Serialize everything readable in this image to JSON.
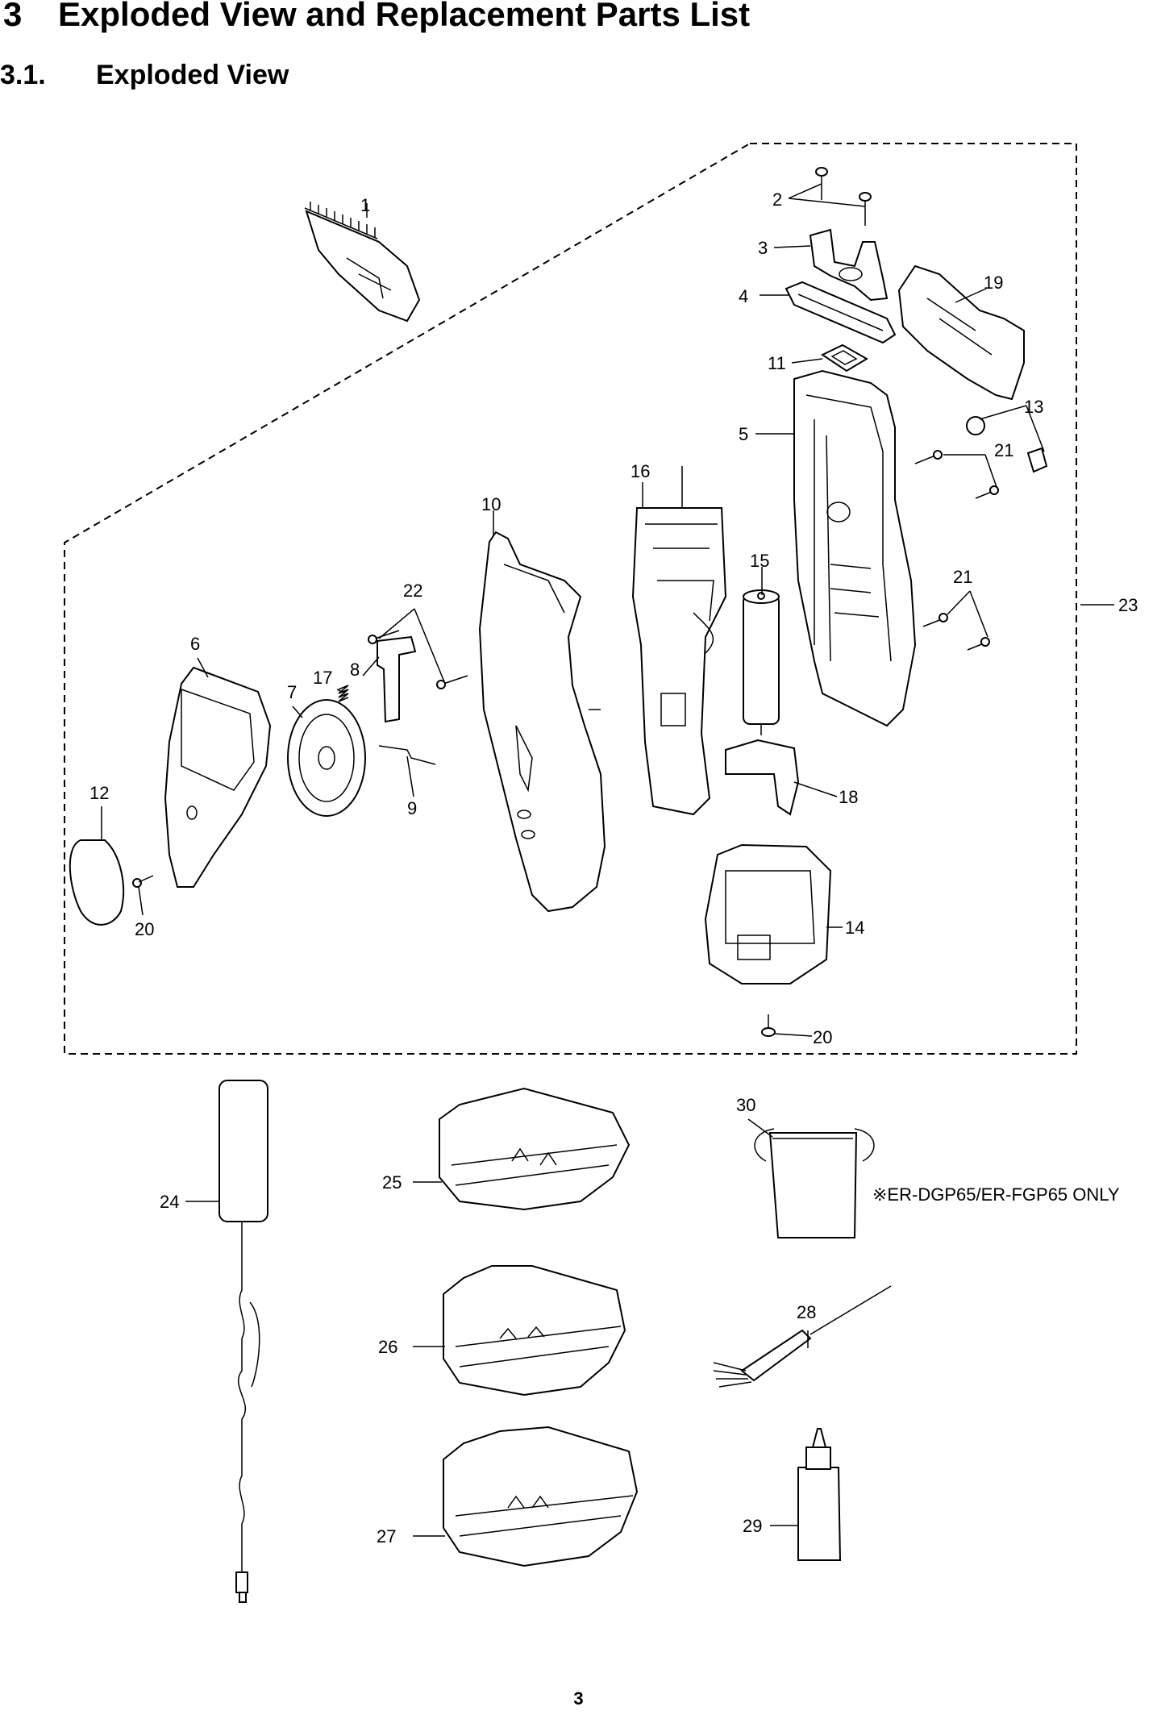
{
  "section": {
    "number": "3",
    "title": "Exploded View and Replacement Parts List"
  },
  "subsection": {
    "number": "3.1.",
    "title": "Exploded View"
  },
  "note": "※ER-DGP65/ER-FGP65 ONLY",
  "page_number": "3",
  "callouts": [
    {
      "id": "c1",
      "text": "1"
    },
    {
      "id": "c2",
      "text": "2"
    },
    {
      "id": "c3",
      "text": "3"
    },
    {
      "id": "c4",
      "text": "4"
    },
    {
      "id": "c5",
      "text": "5"
    },
    {
      "id": "c6",
      "text": "6"
    },
    {
      "id": "c7",
      "text": "7"
    },
    {
      "id": "c8",
      "text": "8"
    },
    {
      "id": "c9",
      "text": "9"
    },
    {
      "id": "c10",
      "text": "10"
    },
    {
      "id": "c11",
      "text": "11"
    },
    {
      "id": "c12",
      "text": "12"
    },
    {
      "id": "c13",
      "text": "13"
    },
    {
      "id": "c14",
      "text": "14"
    },
    {
      "id": "c15",
      "text": "15"
    },
    {
      "id": "c16",
      "text": "16"
    },
    {
      "id": "c17",
      "text": "17"
    },
    {
      "id": "c18",
      "text": "18"
    },
    {
      "id": "c19",
      "text": "19"
    },
    {
      "id": "c20a",
      "text": "20"
    },
    {
      "id": "c20b",
      "text": "20"
    },
    {
      "id": "c21a",
      "text": "21"
    },
    {
      "id": "c21b",
      "text": "21"
    },
    {
      "id": "c22",
      "text": "22"
    },
    {
      "id": "c23",
      "text": "23"
    },
    {
      "id": "c24",
      "text": "24"
    },
    {
      "id": "c25",
      "text": "25"
    },
    {
      "id": "c26",
      "text": "26"
    },
    {
      "id": "c27",
      "text": "27"
    },
    {
      "id": "c28",
      "text": "28"
    },
    {
      "id": "c29",
      "text": "29"
    },
    {
      "id": "c30",
      "text": "30"
    }
  ]
}
